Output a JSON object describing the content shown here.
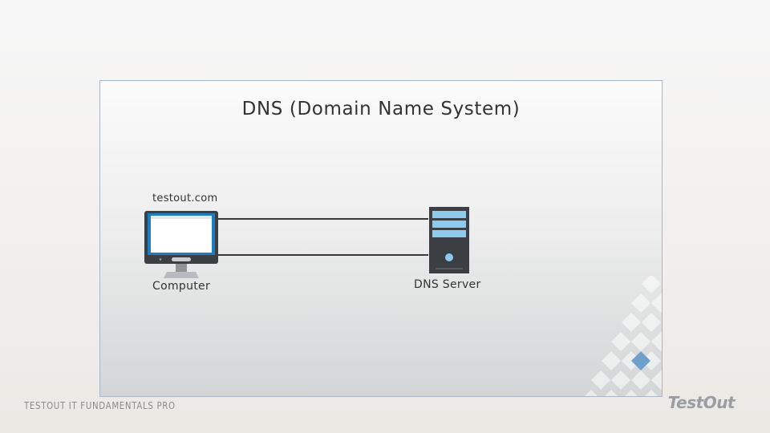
{
  "slide": {
    "title": "DNS (Domain Name System)",
    "url_label": "testout.com",
    "computer_label": "Computer",
    "server_label": "DNS Server"
  },
  "footer": {
    "course": "TESTOUT IT FUNDAMENTALS PRO",
    "logo": "TestOut"
  },
  "icons": [
    "computer-icon",
    "dns-server-icon"
  ],
  "colors": {
    "accent_blue": "#1e7cc1",
    "device_dark": "#3b3f44",
    "line": "#3a3a3a"
  }
}
